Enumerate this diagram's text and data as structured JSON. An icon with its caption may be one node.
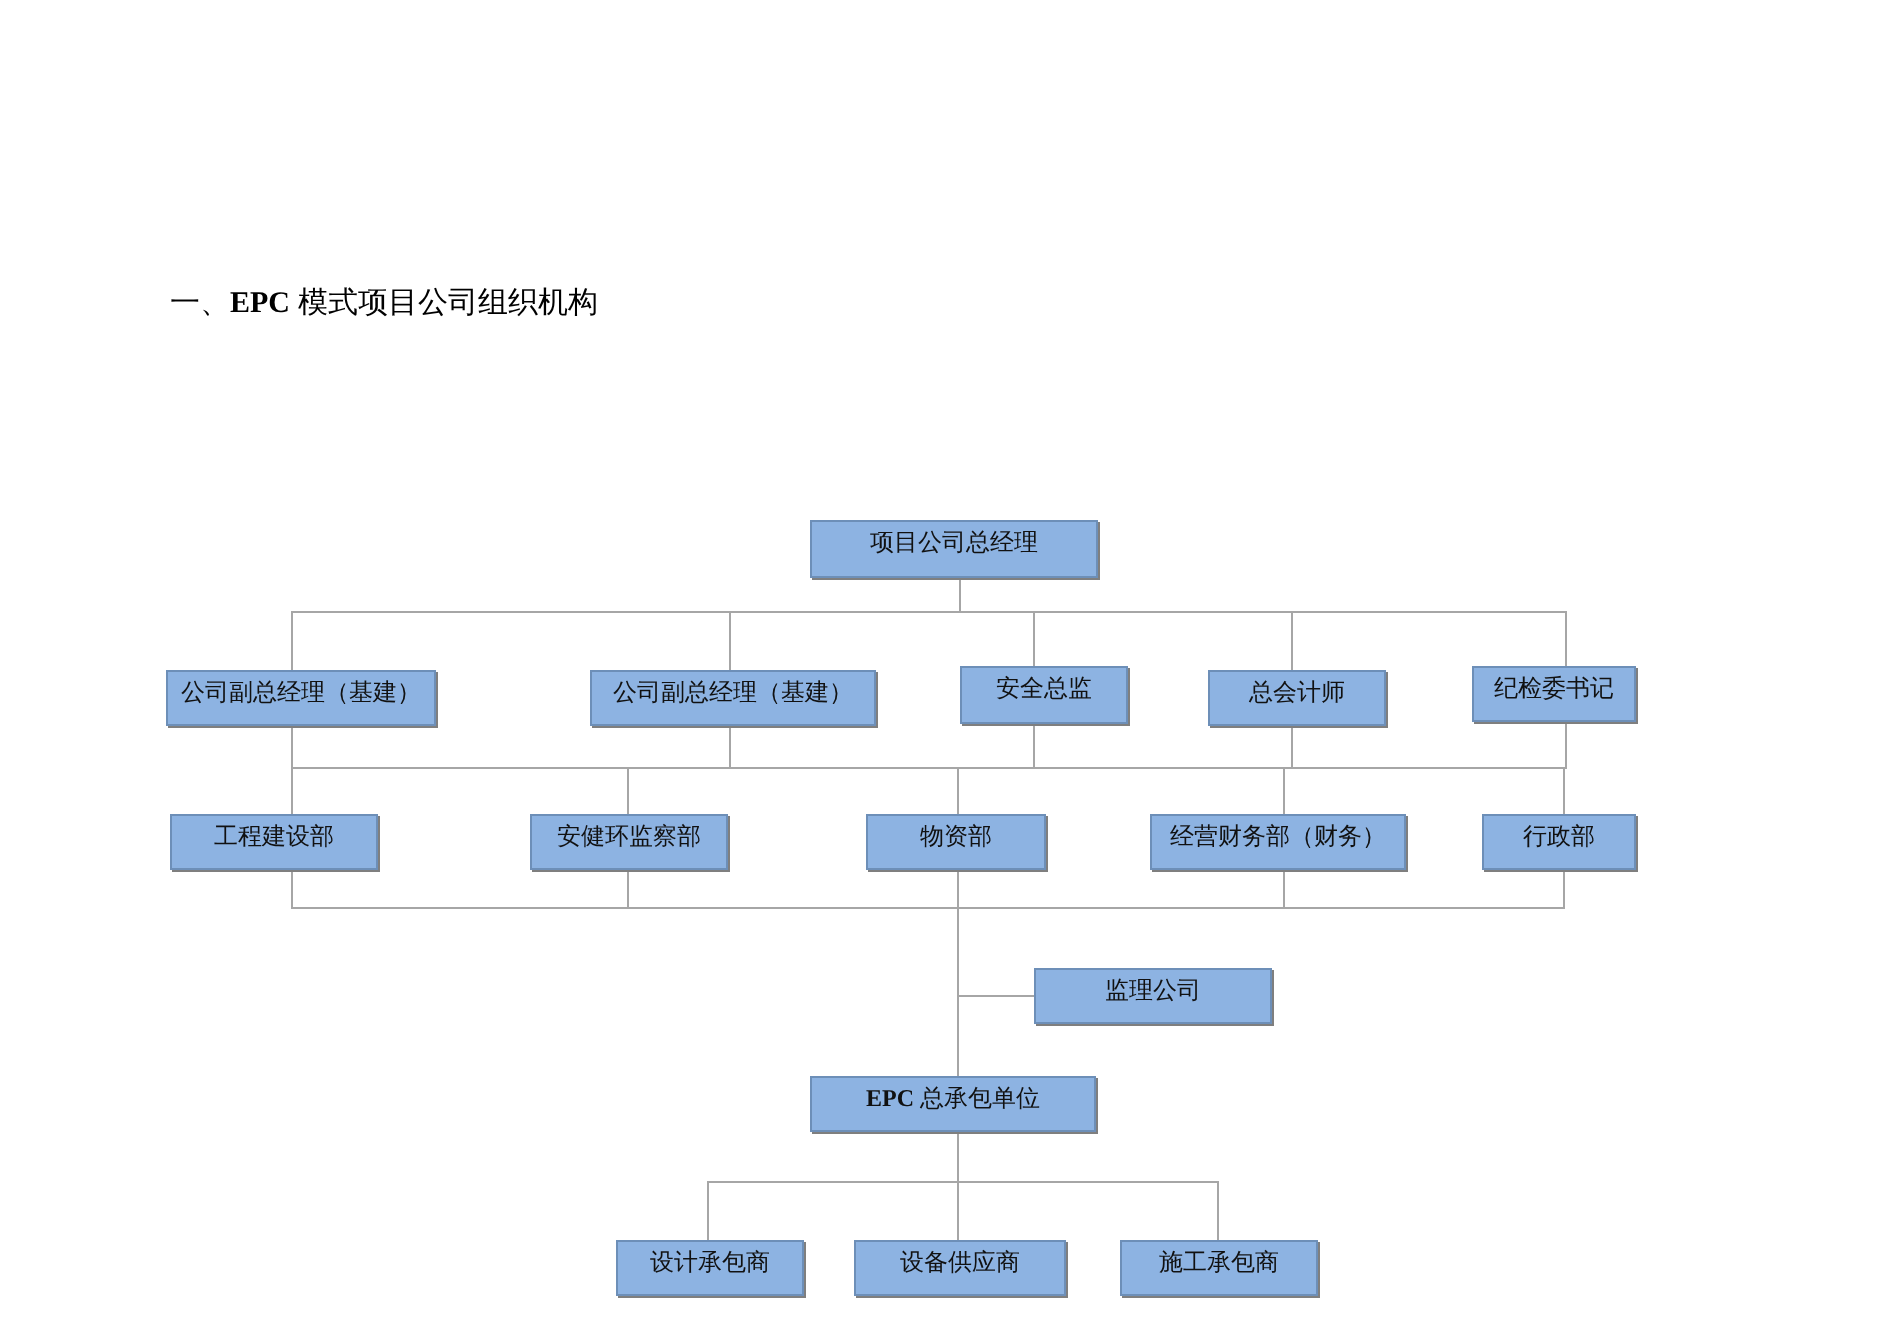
{
  "diagram": {
    "title": "一、**EPC** 模式项目公司组织机构",
    "nodes": [
      {
        "text": [
          "项目公司总经理"
        ]
      },
      {
        "text": [
          "公司副总经理（基建）"
        ]
      },
      {
        "text": [
          "公司副总经理（基建）"
        ]
      },
      {
        "text": [
          "安全总监"
        ]
      },
      {
        "text": [
          "总会计师"
        ]
      },
      {
        "text": [
          "纪检委书记"
        ]
      },
      {
        "text": [
          "工程建设部"
        ]
      },
      {
        "text": [
          "安健环监察部"
        ]
      },
      {
        "text": [
          "物资部"
        ]
      },
      {
        "text": [
          "经营财务部（财务）"
        ]
      },
      {
        "text": [
          "行政部"
        ]
      },
      {
        "text": [
          "监理公司"
        ]
      },
      {
        "text": [
          "**EPC** 总承包单位"
        ]
      },
      {
        "text": [
          "设计承包商"
        ]
      },
      {
        "text": [
          "设备供应商"
        ]
      },
      {
        "text": [
          "施工承包商"
        ]
      }
    ],
    "edges": [
      {
        "from": 0,
        "to": 1,
        "arrow": "none"
      },
      {
        "from": 0,
        "to": 2,
        "arrow": "none"
      },
      {
        "from": 0,
        "to": 3,
        "arrow": "none"
      },
      {
        "from": 0,
        "to": 4,
        "arrow": "none"
      },
      {
        "from": 0,
        "to": 5,
        "arrow": "none"
      },
      {
        "from": 1,
        "to": 6,
        "arrow": "none"
      },
      {
        "from": 1,
        "to": 7,
        "arrow": "none"
      },
      {
        "from": 1,
        "to": 8,
        "arrow": "none"
      },
      {
        "from": 1,
        "to": 9,
        "arrow": "none"
      },
      {
        "from": 1,
        "to": 10,
        "arrow": "none"
      },
      {
        "from": 2,
        "to": 6,
        "arrow": "none"
      },
      {
        "from": 2,
        "to": 7,
        "arrow": "none"
      },
      {
        "from": 2,
        "to": 8,
        "arrow": "none"
      },
      {
        "from": 2,
        "to": 9,
        "arrow": "none"
      },
      {
        "from": 2,
        "to": 10,
        "arrow": "none"
      },
      {
        "from": 3,
        "to": 6,
        "arrow": "none"
      },
      {
        "from": 3,
        "to": 7,
        "arrow": "none"
      },
      {
        "from": 3,
        "to": 8,
        "arrow": "none"
      },
      {
        "from": 3,
        "to": 9,
        "arrow": "none"
      },
      {
        "from": 3,
        "to": 10,
        "arrow": "none"
      },
      {
        "from": 4,
        "to": 6,
        "arrow": "none"
      },
      {
        "from": 4,
        "to": 7,
        "arrow": "none"
      },
      {
        "from": 4,
        "to": 8,
        "arrow": "none"
      },
      {
        "from": 4,
        "to": 9,
        "arrow": "none"
      },
      {
        "from": 4,
        "to": 10,
        "arrow": "none"
      },
      {
        "from": 5,
        "to": 6,
        "arrow": "none"
      },
      {
        "from": 5,
        "to": 7,
        "arrow": "none"
      },
      {
        "from": 5,
        "to": 8,
        "arrow": "none"
      },
      {
        "from": 5,
        "to": 9,
        "arrow": "none"
      },
      {
        "from": 5,
        "to": 10,
        "arrow": "none"
      },
      {
        "from": 6,
        "to": 11,
        "arrow": "none"
      },
      {
        "from": 7,
        "to": 11,
        "arrow": "none"
      },
      {
        "from": 8,
        "to": 11,
        "arrow": "none"
      },
      {
        "from": 9,
        "to": 11,
        "arrow": "none"
      },
      {
        "from": 10,
        "to": 11,
        "arrow": "none"
      },
      {
        "from": 6,
        "to": 12,
        "arrow": "none"
      },
      {
        "from": 7,
        "to": 12,
        "arrow": "none"
      },
      {
        "from": 8,
        "to": 12,
        "arrow": "none"
      },
      {
        "from": 9,
        "to": 12,
        "arrow": "none"
      },
      {
        "from": 10,
        "to": 12,
        "arrow": "none"
      },
      {
        "from": 12,
        "to": 13,
        "arrow": "none"
      },
      {
        "from": 12,
        "to": 14,
        "arrow": "none"
      },
      {
        "from": 12,
        "to": 15,
        "arrow": "none"
      }
    ]
  }
}
